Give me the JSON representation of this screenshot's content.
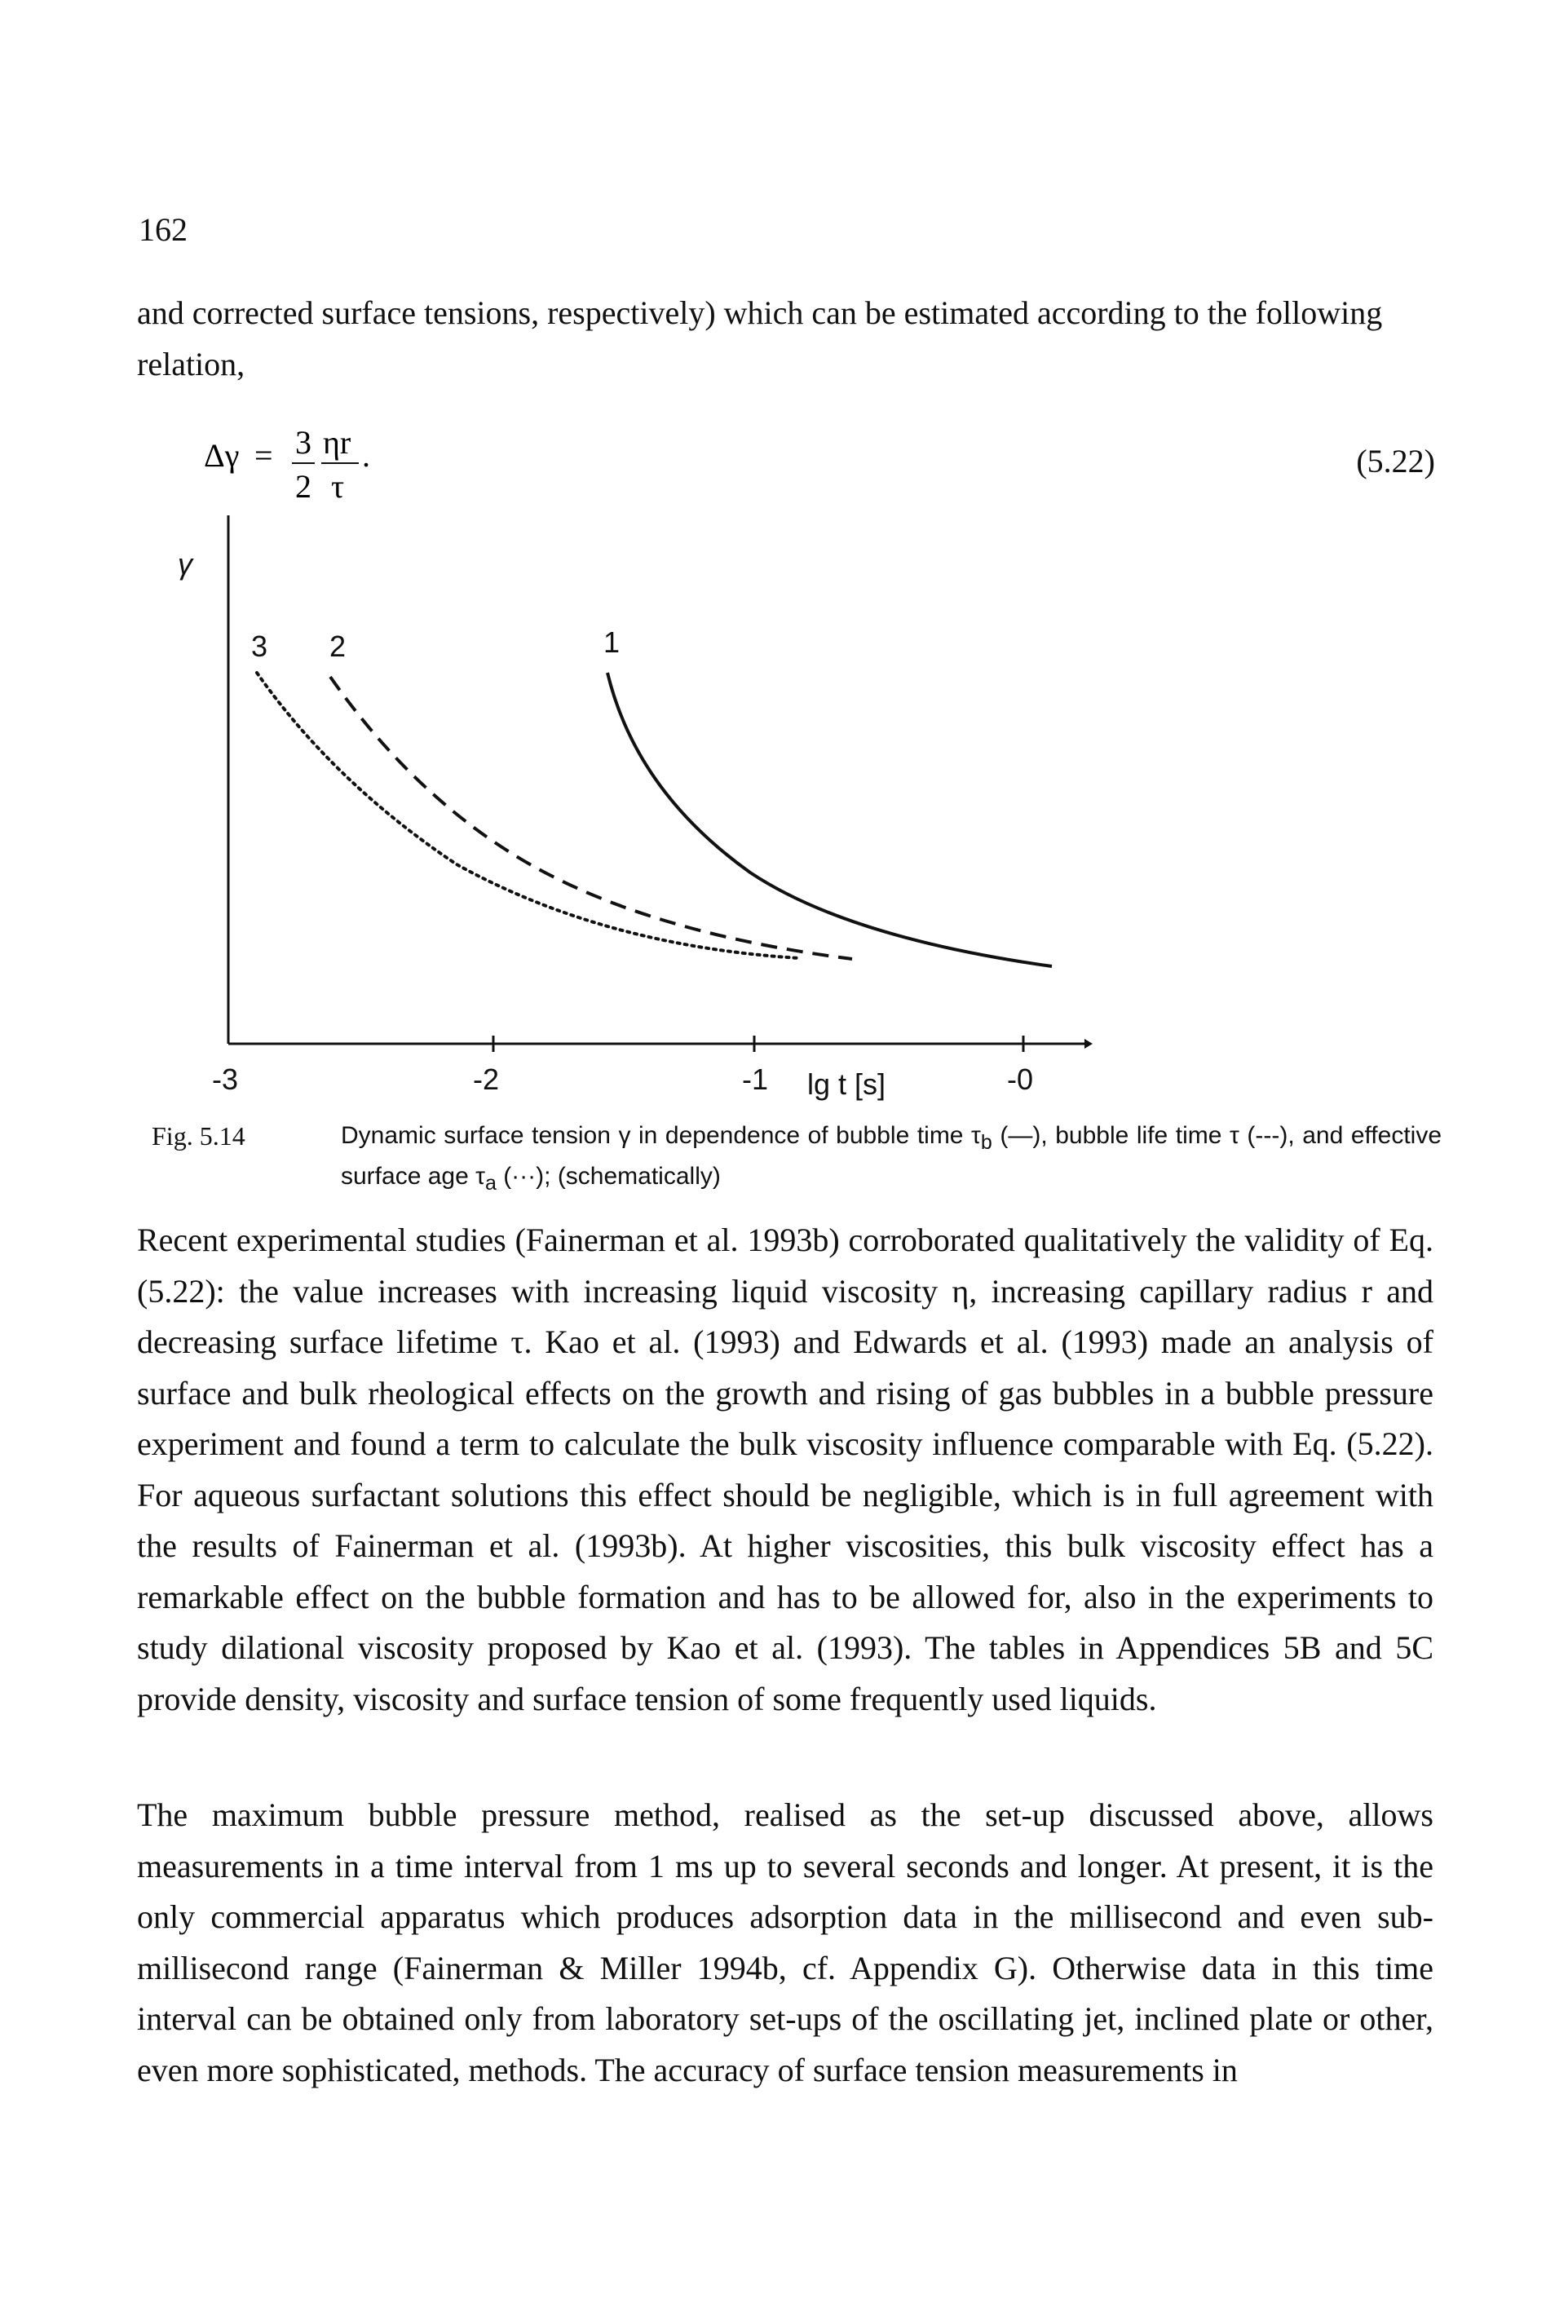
{
  "page_number": "162",
  "paragraph_1": "and corrected surface tensions, respectively) which can be estimated according to the following relation,",
  "equation": {
    "lhs": "Δγ",
    "equals": "=",
    "numerator_coef": "3",
    "numerator_vars": "ηr",
    "denominator_coef": "2",
    "denominator_var": "τ",
    "trailing": ".",
    "number": "(5.22)"
  },
  "figure": {
    "y_axis_label": "γ",
    "x_axis_label": "lg t [s]",
    "x_ticks": [
      "-3",
      "-2",
      "-1",
      "-0"
    ],
    "curve_labels": [
      "3",
      "2",
      "1"
    ]
  },
  "caption": {
    "label": "Fig. 5.14",
    "text_a": "Dynamic surface tension γ in dependence of bubble time τ",
    "sub_b": "b",
    "text_b": " (—), bubble life time τ (---), and effective surface age τ",
    "sub_a": "a",
    "text_c": " (···); (schematically)"
  },
  "paragraph_2": "Recent experimental studies (Fainerman et al. 1993b) corroborated qualitatively the validity of Eq. (5.22): the value increases with increasing liquid viscosity η, increasing capillary radius r and decreasing surface lifetime τ. Kao et al. (1993) and Edwards et al. (1993) made an analysis of surface and bulk rheological effects on the growth and rising of gas bubbles in a bubble pressure experiment and found a term to calculate the bulk viscosity influence comparable with Eq. (5.22). For aqueous surfactant solutions this effect should be negligible, which is in full agreement with the results of Fainerman et al. (1993b). At higher viscosities, this bulk viscosity effect has a remarkable effect on the bubble formation and has to be allowed for, also in the experiments to study dilational viscosity proposed by Kao et al. (1993). The tables in Appendices 5B and 5C provide density, viscosity and surface tension of some frequently used liquids.",
  "paragraph_3": "The maximum bubble pressure method, realised as the set-up discussed above, allows measurements in a time interval from 1 ms up to several seconds and longer. At present, it is the only commercial apparatus which produces adsorption data in the millisecond and even sub-millisecond range (Fainerman & Miller 1994b, cf. Appendix G). Otherwise data in this time interval can be obtained only from laboratory set-ups of the oscillating jet, inclined plate or other, even more sophisticated, methods. The accuracy of surface tension measurements in"
}
